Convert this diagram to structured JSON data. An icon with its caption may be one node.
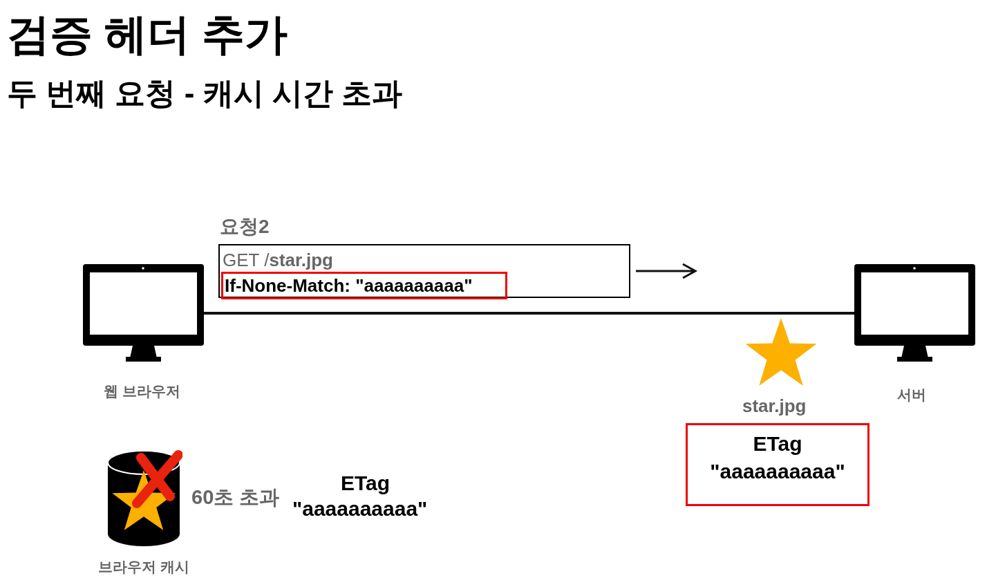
{
  "diagram": {
    "title": "검증 헤더 추가",
    "nodes": [
      {
        "text": [
          "웹 브라우저"
        ]
      },
      {
        "text": [
          "서버"
        ]
      },
      {
        "text": [
          "요청2",
          "GET /**star.jpg**"
        ]
      },
      {
        "text": [
          "If-None-Match: \"aaaaaaaaaa\""
        ],
        "in": 2
      },
      {
        "text": [
          "브라우저 캐시"
        ]
      },
      {
        "text": [
          "ETag",
          "\"aaaaaaaaaa\""
        ]
      }
    ],
    "edges": [
      {
        "from": 0,
        "to": 1,
        "arrow": "none"
      }
    ],
    "labels": [
      "두 번째 요청 - 캐시 시간 초과",
      "star.jpg",
      "60초 초과",
      "ETag",
      "\"aaaaaaaaaa\""
    ]
  }
}
